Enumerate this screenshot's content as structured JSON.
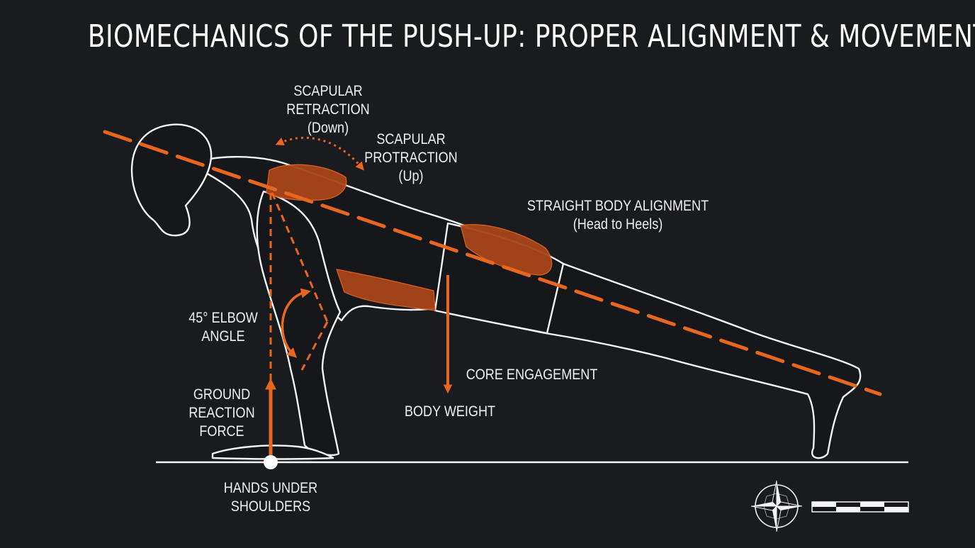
{
  "title": "BIOMECHANICS OF THE PUSH-UP: PROPER ALIGNMENT & MOVEMENT",
  "labels": {
    "scapular_retraction": [
      "SCAPULAR",
      "RETRACTION",
      "(Down)"
    ],
    "scapular_protraction": [
      "SCAPULAR",
      "PROTRACTION",
      "(Up)"
    ],
    "body_alignment": [
      "STRAIGHT BODY ALIGNMENT",
      "(Head to Heels)"
    ],
    "elbow_angle": [
      "45° ELBOW",
      "ANGLE"
    ],
    "ground_reaction": [
      "GROUND",
      "REACTION",
      "FORCE"
    ],
    "core_engagement": "CORE ENGAGEMENT",
    "body_weight": "BODY WEIGHT",
    "hands_position": [
      "HANDS UNDER",
      "SHOULDERS"
    ]
  },
  "colors": {
    "background": "#191b1f",
    "accent": "#e8661e",
    "outline": "#f4f4f4",
    "muscle": "#a8461a"
  },
  "icons": {
    "compass": "compass-rose-icon",
    "scale": "scale-bar-icon"
  }
}
